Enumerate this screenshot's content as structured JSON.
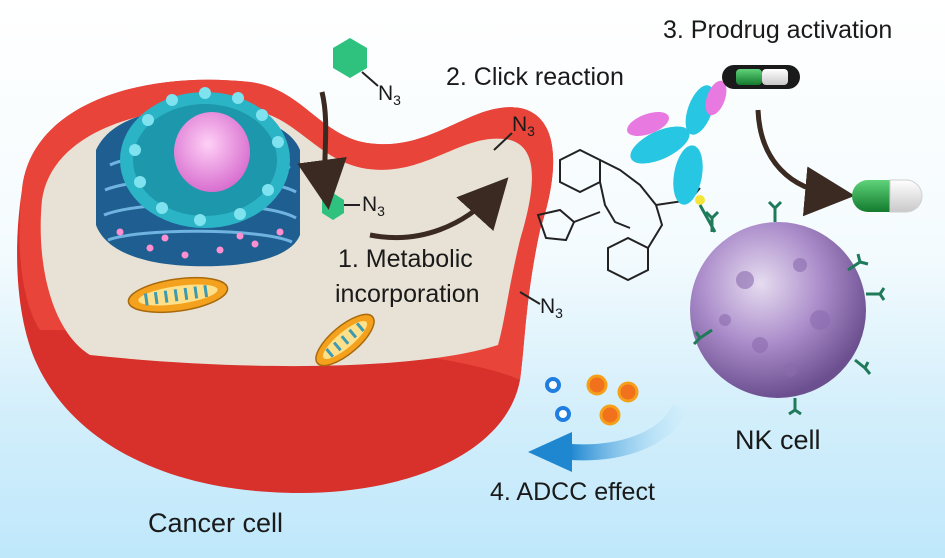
{
  "labels": {
    "step1_line1": "1. Metabolic",
    "step1_line2": "incorporation",
    "step2": "2. Click reaction",
    "step3": "3. Prodrug activation",
    "step4": "4. ADCC effect",
    "cancer_cell": "Cancer cell",
    "nk_cell": "NK cell",
    "azide_n": "N",
    "azide_sub": "3"
  },
  "colors": {
    "cell_membrane": "#d8302a",
    "cytoplasm": "#e8e2d6",
    "nucleus_outer": "#2bb3c6",
    "nucleus_core": "#ef8fe3",
    "er": "#2b6fa3",
    "mitochondria": "#f4a11e",
    "sugar": "#2ec27e",
    "antibody_light": "#e879e0",
    "antibody_heavy": "#27c6e2",
    "nk_cell": "#9a7bbf",
    "receptor": "#1f7a5a",
    "drug_green": "#1e9b3c",
    "arrow_blue": "#2a94d6"
  }
}
